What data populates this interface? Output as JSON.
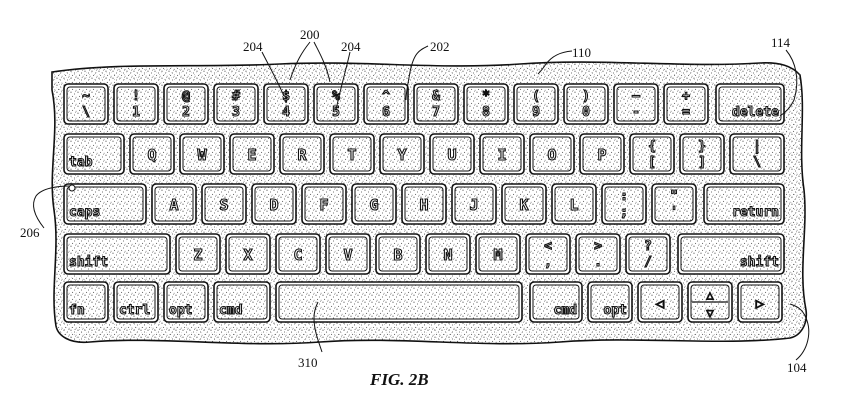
{
  "figure": {
    "caption": "FIG. 2B",
    "callouts": {
      "c200": "200",
      "c204_left": "204",
      "c204_right": "204",
      "c202": "202",
      "c110": "110",
      "c114": "114",
      "c206": "206",
      "c310": "310",
      "c104": "104"
    }
  },
  "keyboard": {
    "rows": [
      [
        {
          "id": "grave",
          "top": "~",
          "bottom": "\\"
        },
        {
          "id": "1",
          "top": "!",
          "bottom": "1"
        },
        {
          "id": "2",
          "top": "@",
          "bottom": "2"
        },
        {
          "id": "3",
          "top": "#",
          "bottom": "3"
        },
        {
          "id": "4",
          "top": "$",
          "bottom": "4"
        },
        {
          "id": "5",
          "top": "%",
          "bottom": "5"
        },
        {
          "id": "6",
          "top": "^",
          "bottom": "6"
        },
        {
          "id": "7",
          "top": "&",
          "bottom": "7"
        },
        {
          "id": "8",
          "top": "*",
          "bottom": "8"
        },
        {
          "id": "9",
          "top": "(",
          "bottom": "9"
        },
        {
          "id": "0",
          "top": ")",
          "bottom": "0"
        },
        {
          "id": "minus",
          "top": "–",
          "bottom": "-"
        },
        {
          "id": "equals",
          "top": "+",
          "bottom": "="
        },
        {
          "id": "delete",
          "label": "delete"
        }
      ],
      [
        {
          "id": "tab",
          "label": "tab"
        },
        {
          "id": "q",
          "label": "Q"
        },
        {
          "id": "w",
          "label": "W"
        },
        {
          "id": "e",
          "label": "E"
        },
        {
          "id": "r",
          "label": "R"
        },
        {
          "id": "t",
          "label": "T"
        },
        {
          "id": "y",
          "label": "Y"
        },
        {
          "id": "u",
          "label": "U"
        },
        {
          "id": "i",
          "label": "I"
        },
        {
          "id": "o",
          "label": "O"
        },
        {
          "id": "p",
          "label": "P"
        },
        {
          "id": "lbracket",
          "top": "{",
          "bottom": "["
        },
        {
          "id": "rbracket",
          "top": "}",
          "bottom": "]"
        },
        {
          "id": "backslash",
          "top": "|",
          "bottom": "\\"
        }
      ],
      [
        {
          "id": "caps",
          "label": "caps"
        },
        {
          "id": "a",
          "label": "A"
        },
        {
          "id": "s",
          "label": "S"
        },
        {
          "id": "d",
          "label": "D"
        },
        {
          "id": "f",
          "label": "F"
        },
        {
          "id": "g",
          "label": "G"
        },
        {
          "id": "h",
          "label": "H"
        },
        {
          "id": "j",
          "label": "J"
        },
        {
          "id": "k",
          "label": "K"
        },
        {
          "id": "l",
          "label": "L"
        },
        {
          "id": "semicolon",
          "top": ":",
          "bottom": ";"
        },
        {
          "id": "quote",
          "top": "\"",
          "bottom": "'"
        },
        {
          "id": "return",
          "label": "return"
        }
      ],
      [
        {
          "id": "shift_left",
          "label": "shift"
        },
        {
          "id": "z",
          "label": "Z"
        },
        {
          "id": "x",
          "label": "X"
        },
        {
          "id": "c",
          "label": "C"
        },
        {
          "id": "v",
          "label": "V"
        },
        {
          "id": "b",
          "label": "B"
        },
        {
          "id": "n",
          "label": "N"
        },
        {
          "id": "m",
          "label": "M"
        },
        {
          "id": "comma",
          "top": "<",
          "bottom": ","
        },
        {
          "id": "period",
          "top": ">",
          "bottom": "."
        },
        {
          "id": "slash",
          "top": "?",
          "bottom": "/"
        },
        {
          "id": "shift_right",
          "label": "shift"
        }
      ],
      [
        {
          "id": "fn",
          "label": "fn"
        },
        {
          "id": "ctrl",
          "label": "ctrl"
        },
        {
          "id": "opt_left",
          "label": "opt"
        },
        {
          "id": "cmd_left",
          "label": "cmd"
        },
        {
          "id": "space",
          "label": ""
        },
        {
          "id": "cmd_right",
          "label": "cmd"
        },
        {
          "id": "opt_right",
          "label": "opt"
        },
        {
          "id": "left",
          "arrow": "◁"
        },
        {
          "id": "updown",
          "arrow_up": "△",
          "arrow_down": "▽"
        },
        {
          "id": "right",
          "arrow": "▷"
        }
      ]
    ]
  }
}
